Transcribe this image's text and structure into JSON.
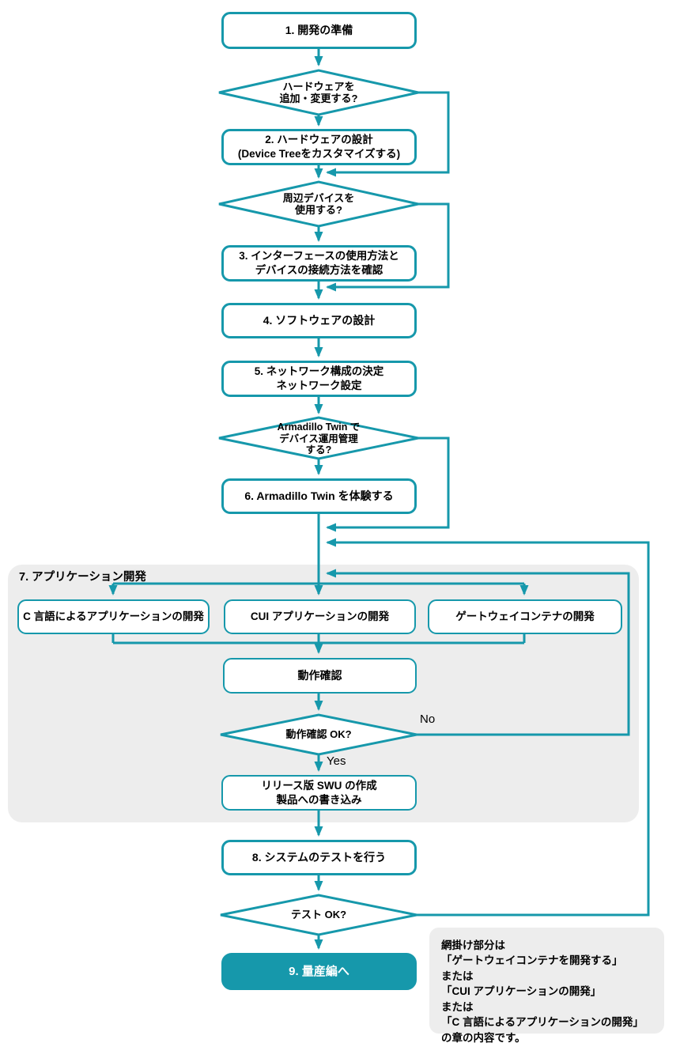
{
  "title": "development-flowchart",
  "colors": {
    "accent": "#1698AB",
    "node_fill": "#FFFFFF",
    "final_fill": "#1698AB",
    "final_text": "#FFFFFF",
    "group_fill": "#EDEDED",
    "text": "#000000"
  },
  "flow": {
    "step1": {
      "label": "1. 開発の準備"
    },
    "decision_hw": {
      "line1": "ハードウェアを",
      "line2": "追加・変更する?"
    },
    "step2": {
      "line1": "2. ハードウェアの設計",
      "line2": "(Device Treeをカスタマイズする)"
    },
    "decision_periph": {
      "line1": "周辺デバイスを",
      "line2": "使用する?"
    },
    "step3": {
      "line1": "3. インターフェースの使用方法と",
      "line2": "デバイスの接続方法を確認"
    },
    "step4": {
      "label": "4. ソフトウェアの設計"
    },
    "step5": {
      "line1": "5. ネットワーク構成の決定",
      "line2": "ネットワーク設定"
    },
    "decision_twin": {
      "line1": "Armadillo Twin で",
      "line2": "デバイス運用管理",
      "line3": "する?"
    },
    "step6": {
      "label": "6. Armadillo Twin を体験する"
    },
    "group7": {
      "title": "7. アプリケーション開発"
    },
    "dev_c": {
      "label": "C 言語によるアプリケーションの開発"
    },
    "dev_cui": {
      "label": "CUI アプリケーションの開発"
    },
    "dev_gateway": {
      "label": "ゲートウェイコンテナの開発"
    },
    "check": {
      "label": "動作確認"
    },
    "decision_check": {
      "label": "動作確認 OK?",
      "no_label": "No",
      "yes_label": "Yes"
    },
    "release": {
      "line1": "リリース版 SWU の作成",
      "line2": "製品への書き込み"
    },
    "step8": {
      "label": "8. システムのテストを行う"
    },
    "decision_test": {
      "label": "テスト OK?"
    },
    "step9": {
      "label": "9. 量産編へ"
    },
    "note": {
      "lines": [
        "網掛け部分は",
        "「ゲートウェイコンテナを開発する」",
        "または",
        "「CUI アプリケーションの開発」",
        "または",
        "「C 言語によるアプリケーションの開発」",
        "の章の内容です。"
      ]
    }
  }
}
